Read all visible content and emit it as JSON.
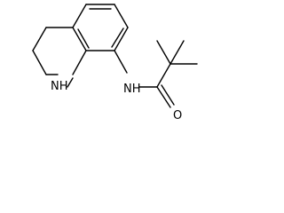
{
  "molecule": {
    "atoms": {
      "amine_n": "N",
      "amine_h": "H",
      "amide_n": "N",
      "amide_h": "H",
      "carbonyl_o": "O"
    }
  }
}
